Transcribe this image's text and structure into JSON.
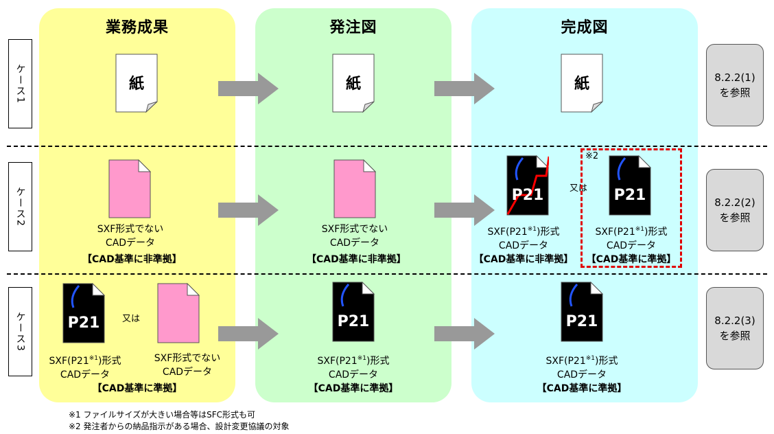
{
  "columns": [
    {
      "title": "業務成果",
      "color": "#ffff99"
    },
    {
      "title": "発注図",
      "color": "#ccffcc"
    },
    {
      "title": "完成図",
      "color": "#ccffff"
    }
  ],
  "cases": [
    {
      "label": "ケース1",
      "ref_line1": "8.2.2(1)",
      "ref_line2": "を参照"
    },
    {
      "label": "ケース2",
      "ref_line1": "8.2.2(2)",
      "ref_line2": "を参照"
    },
    {
      "label": "ケース3",
      "ref_line1": "8.2.2(3)",
      "ref_line2": "を参照"
    }
  ],
  "paper_label": "紙",
  "p21_label": "P21",
  "or_label": "又は",
  "mark2": "※2",
  "captions": {
    "non_sxf_line1": "SXF形式でない",
    "cad_data": "CADデータ",
    "non_compliant": "【CAD基準に非準拠】",
    "compliant": "【CAD基準に準拠】",
    "sxf_prefix": "SXF(P21",
    "sxf_mark": "※1",
    "sxf_suffix": ")形式"
  },
  "notes": {
    "note1": "※1 ファイルサイズが大きい場合等はSFC形式も可",
    "note2": "※2 発注者からの納品指示がある場合、設計変更協議の対象"
  },
  "colors": {
    "pink_doc": "#ff99cc",
    "black_doc": "#000000",
    "arrow": "#999999",
    "highlight": "#e00000",
    "ref_box": "#d9d9d9"
  }
}
